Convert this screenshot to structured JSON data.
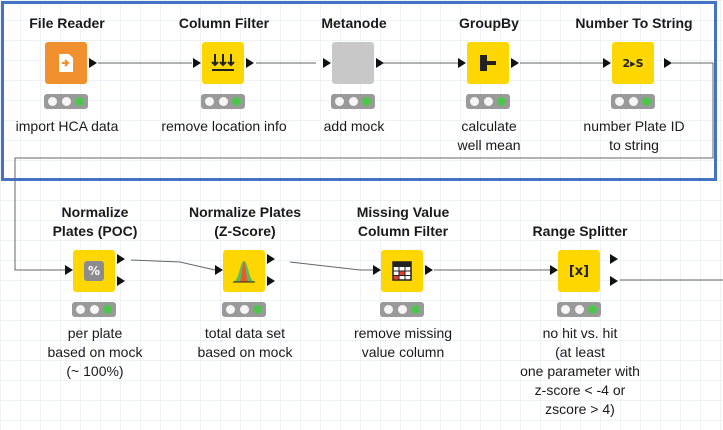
{
  "colors": {
    "selection": "#4472c4",
    "reader": "#f0902e",
    "manipulator": "#ffd700",
    "metanode": "#c8c8c8",
    "status_green": "#4ec64e",
    "status_bg": "#9a9a9a"
  },
  "nodes": {
    "file_reader": {
      "title": "File Reader",
      "desc": "import HCA data",
      "icon": "file-import-icon"
    },
    "column_filter": {
      "title": "Column Filter",
      "desc": "remove location info",
      "icon": "column-filter-icon"
    },
    "metanode": {
      "title": "Metanode",
      "desc": "add mock",
      "icon": "metanode-icon"
    },
    "groupby": {
      "title": "GroupBy",
      "desc_line1": "calculate",
      "desc_line2": "well mean",
      "icon": "groupby-icon"
    },
    "number_to_string": {
      "title": "Number To String",
      "desc_line1": "number Plate ID",
      "desc_line2": "to string",
      "icon_label": "2▸S"
    },
    "normalize_poc": {
      "title_line1": "Normalize",
      "title_line2": "Plates (POC)",
      "desc_line1": "per plate",
      "desc_line2": "based on mock",
      "desc_line3": "(~ 100%)",
      "icon_label": "%"
    },
    "normalize_z": {
      "title_line1": "Normalize Plates",
      "title_line2": "(Z-Score)",
      "desc_line1": "total data set",
      "desc_line2": "based on mock",
      "icon": "bell-curve-icon"
    },
    "missing_value": {
      "title_line1": "Missing Value",
      "title_line2": "Column Filter",
      "desc_line1": "remove missing",
      "desc_line2": "value column",
      "icon": "table-missing-icon"
    },
    "range_splitter": {
      "title": "Range Splitter",
      "desc_line1": "no hit vs. hit",
      "desc_line2": "(at least",
      "desc_line3": "one parameter with",
      "desc_line4": "z-score < -4 or",
      "desc_line5": "zscore > 4)",
      "icon_label": "[x]"
    }
  }
}
